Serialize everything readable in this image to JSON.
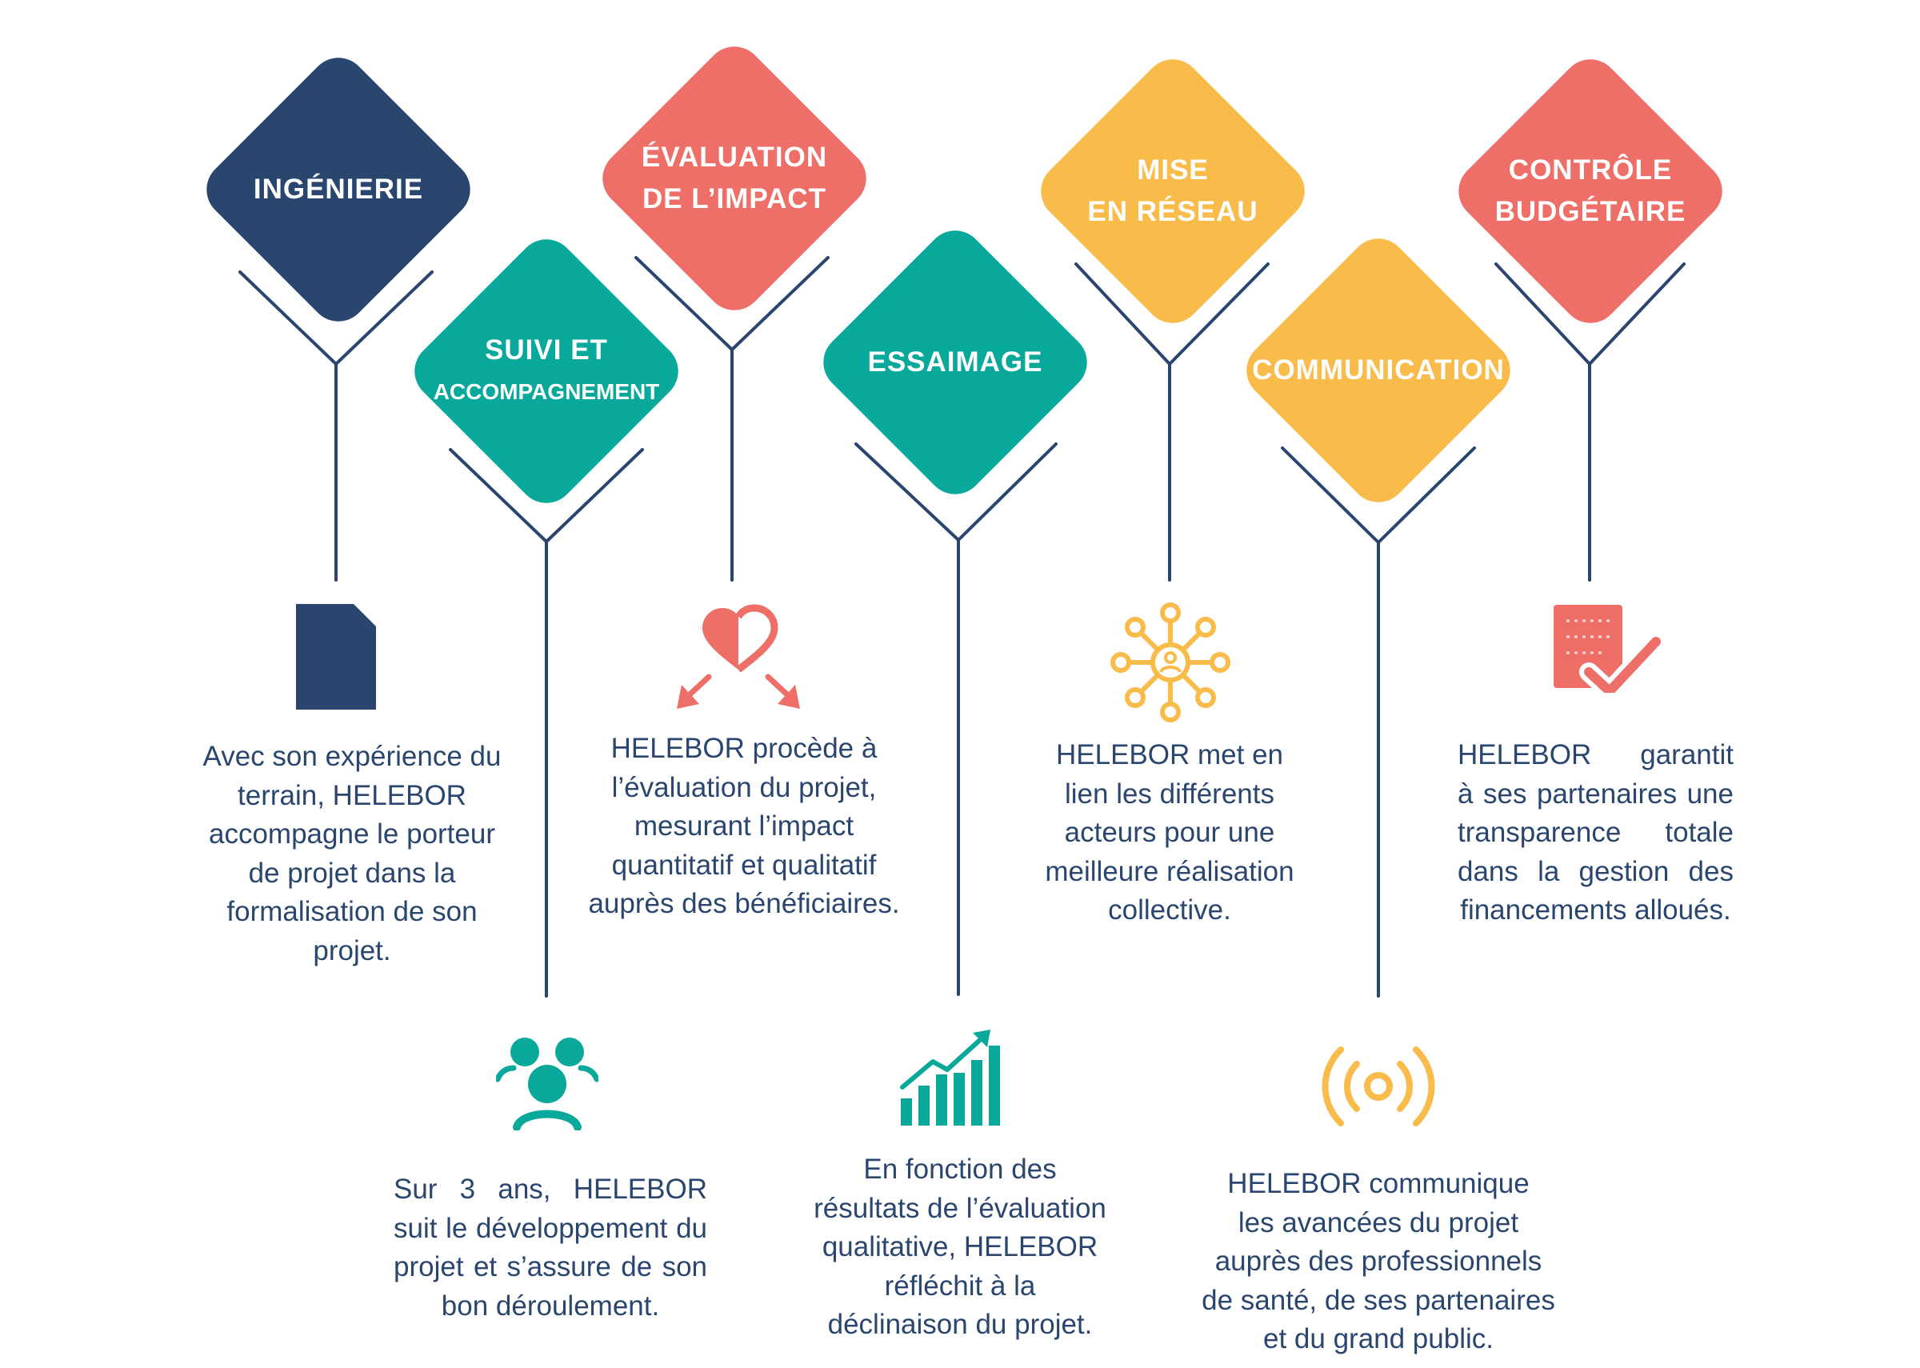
{
  "steps": [
    {
      "title": [
        "INGÉNIERIE"
      ],
      "icon": "document-icon",
      "description": [
        "Avec son expérience du",
        "terrain, HELEBOR",
        "accompagne le porteur",
        "de projet dans la",
        "formalisation de son",
        "projet."
      ]
    },
    {
      "title": [
        "SUIVI ET",
        "ACCOMPAGNEMENT"
      ],
      "icon": "team-icon",
      "description": [
        "Sur 3 ans, HELEBOR",
        "suit le développement du",
        "projet et s’assure de son",
        "bon déroulement."
      ]
    },
    {
      "title": [
        "ÉVALUATION",
        "DE L’IMPACT"
      ],
      "icon": "heart-arrows-icon",
      "description": [
        "HELEBOR procède à",
        "l’évaluation du projet,",
        "mesurant l’impact",
        "quantitatif et qualitatif",
        "auprès des bénéficiaires."
      ]
    },
    {
      "title": [
        "ESSAIMAGE"
      ],
      "icon": "growth-chart-icon",
      "description": [
        "En fonction des",
        "résultats de l’évaluation",
        "qualitative, HELEBOR",
        "réfléchit à la",
        "déclinaison du projet."
      ]
    },
    {
      "title": [
        "MISE",
        "EN RÉSEAU"
      ],
      "icon": "network-icon",
      "description": [
        "HELEBOR met en",
        "lien les différents",
        "acteurs pour une",
        "meilleure réalisation",
        "collective."
      ]
    },
    {
      "title": [
        "COMMUNICATION"
      ],
      "icon": "broadcast-icon",
      "description": [
        "HELEBOR communique",
        "les avancées du projet",
        "auprès des professionnels",
        "de santé, de ses partenaires",
        "et du grand public."
      ]
    },
    {
      "title": [
        "CONTRÔLE",
        "BUDGÉTAIRE"
      ],
      "icon": "budget-check-icon",
      "description": [
        "HELEBOR garantit",
        "à ses partenaires une",
        "transparence totale",
        "dans la gestion des",
        "financements alloués."
      ]
    }
  ],
  "colors": {
    "navy": "#2a466f",
    "teal": "#08a89b",
    "coral": "#ee6f68",
    "yellow": "#f9bb4a"
  }
}
